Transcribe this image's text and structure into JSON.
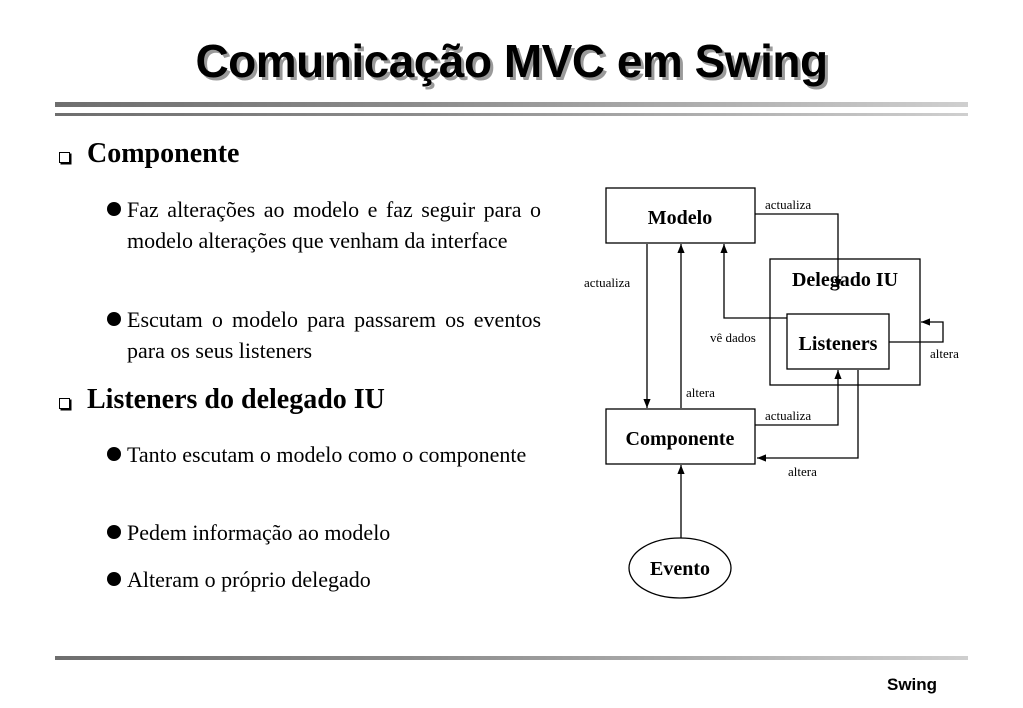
{
  "slide": {
    "title": "Comunicação MVC em Swing",
    "footer": "Swing"
  },
  "sections": [
    {
      "heading": "Componente",
      "bullets": [
        "Faz alterações ao modelo e faz seguir para o modelo alterações que venham da interface",
        "Escutam o modelo para passarem os eventos para os seus listeners"
      ]
    },
    {
      "heading": "Listeners do delegado IU",
      "bullets": [
        "Tanto escutam o modelo como o componente",
        "Pedem informação ao modelo",
        "Alteram o próprio delegado"
      ]
    }
  ],
  "diagram": {
    "nodes": {
      "modelo": "Modelo",
      "delegado": "Delegado IU",
      "listeners": "Listeners",
      "componente": "Componente",
      "evento": "Evento"
    },
    "edge_labels": {
      "actualiza_top": "actualiza",
      "actualiza_left": "actualiza",
      "ve_dados": "vê dados",
      "altera_right": "altera",
      "altera_mid": "altera",
      "actualiza_mid": "actualiza",
      "altera_bottom": "altera"
    },
    "colors": {
      "stroke": "#000000"
    }
  }
}
